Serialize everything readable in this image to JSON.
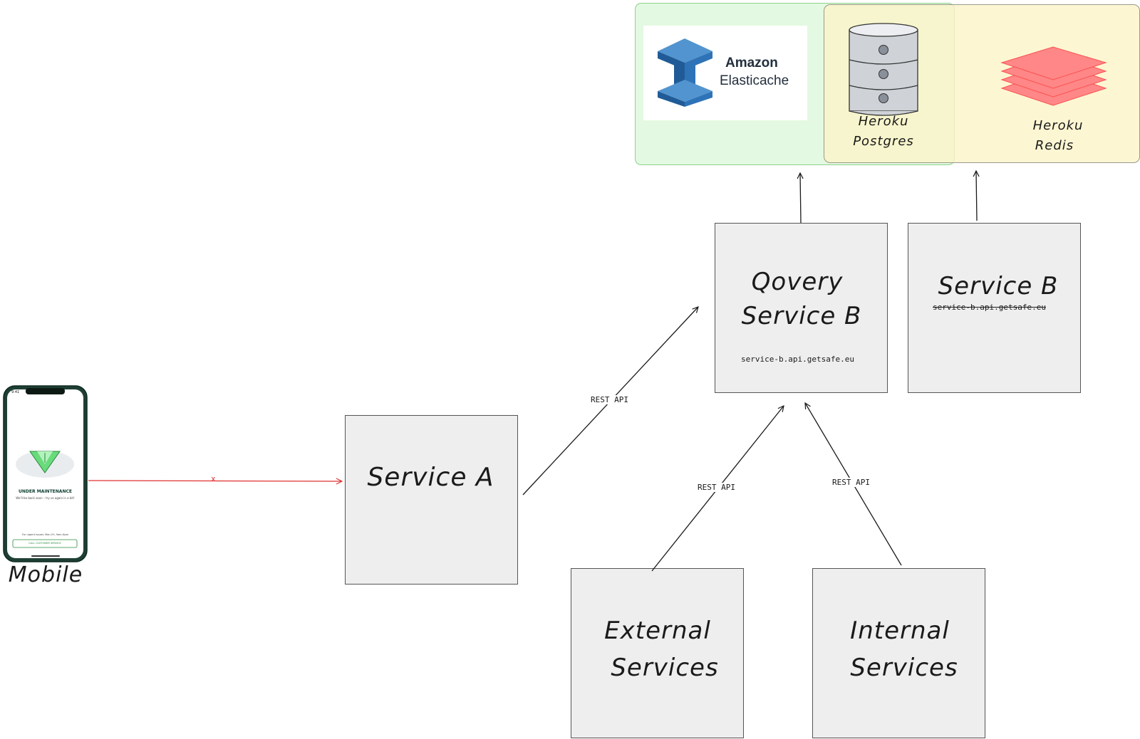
{
  "data_stores": {
    "elasticache": {
      "title": "Amazon",
      "subtitle": "Elasticache"
    },
    "postgres": {
      "line1": "Heroku",
      "line2": "Postgres"
    },
    "redis": {
      "line1": "Heroku",
      "line2": "Redis"
    }
  },
  "nodes": {
    "mobile": {
      "label": "Mobile",
      "screen": {
        "time": "9:41",
        "heading": "UNDER MAINTENANCE",
        "message": "We'll be back soon – try us again in a bit!",
        "hours": "For urgent issues: Mon–Fri, 9am–6pm",
        "button": "CALL CUSTOMER SERVICE"
      }
    },
    "service_a": {
      "label": "Service A"
    },
    "qovery_service_b": {
      "line1": "Qovery",
      "line2": "Service B",
      "domain": "service-b.api.getsafe.eu"
    },
    "service_b": {
      "label": "Service B",
      "domain": "service-b.api.getsafe.eu"
    },
    "external": {
      "line1": "External",
      "line2": "Services"
    },
    "internal": {
      "line1": "Internal",
      "line2": "Services"
    }
  },
  "edges": {
    "mobile_to_a": {
      "label": "x"
    },
    "a_to_qovery": {
      "label": "REST API"
    },
    "external_to_qovery": {
      "label": "REST API"
    },
    "internal_to_qovery": {
      "label": "REST API"
    }
  },
  "colors": {
    "blocked_edge": "#e03131",
    "green_group": "#e3f9e1",
    "yellow_group": "#fcf4c6",
    "node_fill": "#eeeeee",
    "redis_layers": "#ff8787",
    "elasticache_blue": "#2e73b8"
  }
}
